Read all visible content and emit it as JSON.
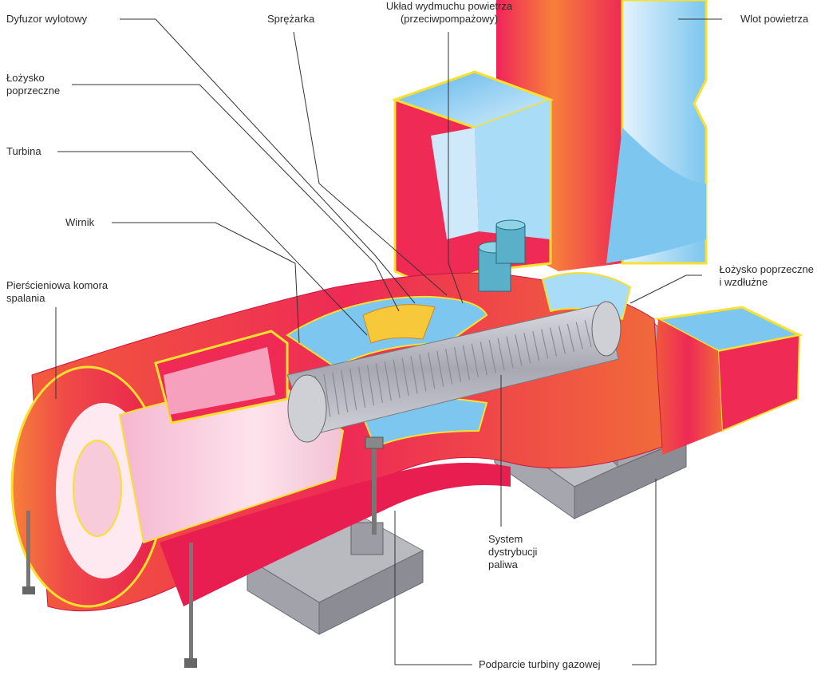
{
  "labels": {
    "diffuser": "Dyfuzor wylotowy",
    "compressor": "Sprężarka",
    "blowoff_line1": "Układ wydmuchu powietrza",
    "blowoff_line2": "(przeciwpompażowy)",
    "inlet": "Wlot powietrza",
    "bearing_line1": "Łożysko",
    "bearing_line2": "poprzeczne",
    "turbine": "Turbina",
    "rotor": "Wirnik",
    "combustor_line1": "Pierścieniowa komora",
    "combustor_line2": "spalania",
    "thrust_bearing_line1": "Łożysko poprzeczne",
    "thrust_bearing_line2": "i wzdłużne",
    "fuel_line1": "System",
    "fuel_line2": "dystrybucji",
    "fuel_line3": "paliwa",
    "support": "Podparcie turbiny gazowej"
  },
  "colors": {
    "casing_red": "#e8204e",
    "casing_orange": "#f47a3a",
    "casing_yellow": "#f8e030",
    "duct_blue": "#7cc6ef",
    "duct_light_blue": "#cfe9fb",
    "rotor_gray": "#b8b8c0",
    "base_gray": "#9a9aa2",
    "leader_line": "#333333"
  }
}
